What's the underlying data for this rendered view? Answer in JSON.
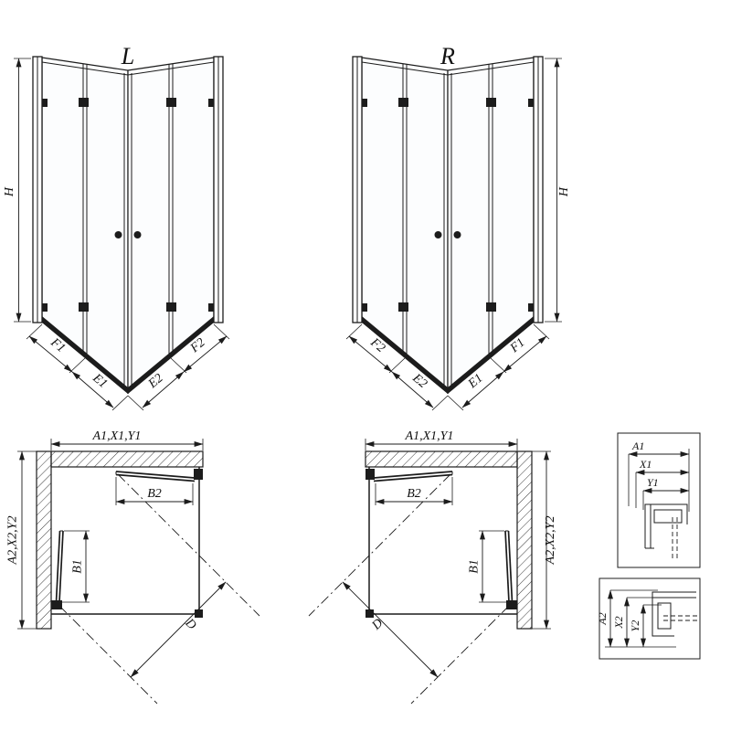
{
  "front_left": {
    "label": "L",
    "height": "H",
    "bottom_left": [
      "F1",
      "E1"
    ],
    "bottom_right": [
      "E2",
      "F2"
    ]
  },
  "front_right": {
    "label": "R",
    "height": "H",
    "bottom_left": [
      "F2",
      "E2"
    ],
    "bottom_right": [
      "E1",
      "F1"
    ]
  },
  "plan_left": {
    "width_dim": "A1,X1,Y1",
    "depth_dim": "A2,X2,Y2",
    "door_width_dim": "B2",
    "door_depth_dim": "B1",
    "diagonal_dim": "D"
  },
  "plan_right": {
    "width_dim": "A1,X1,Y1",
    "depth_dim": "A2,X2,Y2",
    "door_width_dim": "B2",
    "door_depth_dim": "B1",
    "diagonal_dim": "D"
  },
  "detail_top": {
    "dims": [
      "A1",
      "X1",
      "Y1"
    ]
  },
  "detail_bottom": {
    "dims": [
      "A2",
      "X2",
      "Y2"
    ]
  },
  "colors": {
    "line": "#1c1c1c",
    "background": "#ffffff"
  }
}
